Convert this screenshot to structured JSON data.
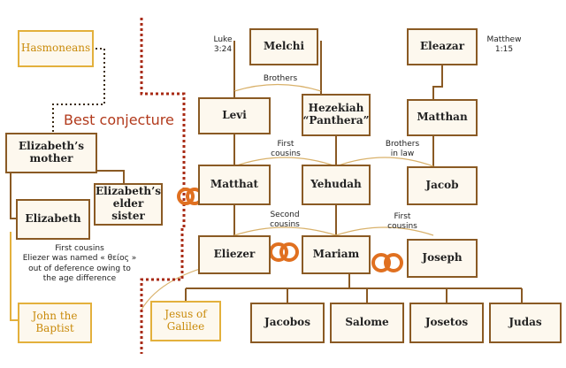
{
  "boxes": {
    "hasmoneans": "Hasmoneans",
    "melchi": "Melchi",
    "eleazar": "Eleazar",
    "levi": "Levi",
    "hezekiah": "Hezekiah\n“Panthera”",
    "matthan": "Matthan",
    "elizabeths_mother": "Elizabeth’s\nmother",
    "matthat": "Matthat",
    "yehudah": "Yehudah",
    "jacob": "Jacob",
    "elizabeths_elder_sister": "Elizabeth’s\nelder sister",
    "elizabeth": "Elizabeth",
    "eliezer": "Eliezer",
    "mariam": "Mariam",
    "joseph": "Joseph",
    "john_the_baptist": "John the\nBaptist",
    "jesus_of_galilee": "Jesus of\nGalilee",
    "jacobos": "Jacobos",
    "salome": "Salome",
    "josetos": "Josetos",
    "judas": "Judas"
  },
  "labels": {
    "luke": "Luke\n3:24",
    "matthew": "Matthew\n1:15",
    "brothers": "Brothers",
    "first_cousins_top": "First\ncousins",
    "brothers_in_law": "Brothers\nin law",
    "second_cousins": "Second\ncousins",
    "first_cousins_right": "First\ncousins",
    "best_conjecture": "Best conjecture",
    "first_cousins_left": "First cousins\nEliezer was named « θείος »\nout of deference owing to\nthe age difference"
  },
  "colors": {
    "box_border": "#8a5a24",
    "box_fill": "#fdf8ee",
    "gold": "#e3b03c",
    "conjecture_red": "#b23a1c",
    "ring": "#e07020"
  }
}
